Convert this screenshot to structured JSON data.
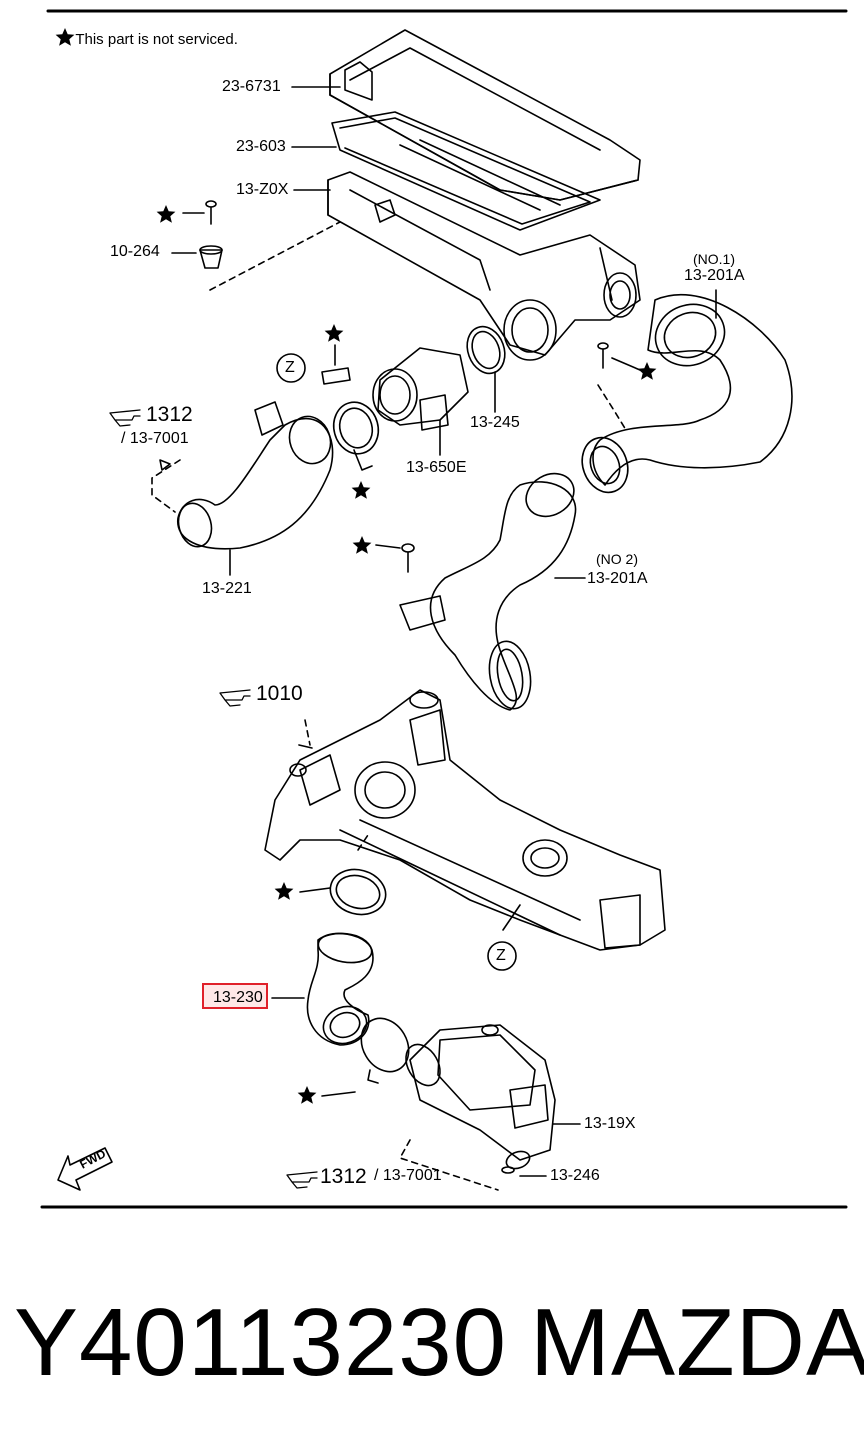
{
  "note": "★ This part is not serviced.",
  "labels": {
    "l_23_6731": "23-6731",
    "l_23_603": "23-603",
    "l_13_z0x": "13-Z0X",
    "l_10_264": "10-264",
    "l_no1": "(NO.1)",
    "l_13_201a_1": "13-201A",
    "l_z_top": "Z",
    "l_ref_1312_top": "1312",
    "l_13_7001_top": "/ 13-7001",
    "l_13_245": "13-245",
    "l_13_650e": "13-650E",
    "l_13_221": "13-221",
    "l_no2": "(NO 2)",
    "l_13_201a_2": "13-201A",
    "l_ref_1010": "1010",
    "l_z_bottom": "Z",
    "l_13_230": "13-230",
    "l_13_19x": "13-19X",
    "l_ref_1312_bottom": "1312",
    "l_13_7001_bottom": "/ 13-7001",
    "l_13_246": "13-246",
    "l_fwd": "FWD"
  },
  "part_number": "Y40113230",
  "brand": "MAZDA",
  "colors": {
    "highlight": "#e0202a",
    "ink": "#000000"
  }
}
